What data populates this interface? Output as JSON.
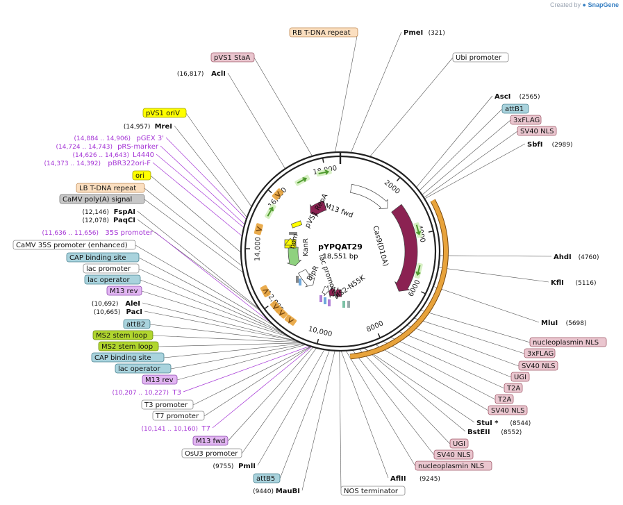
{
  "credit": {
    "prefix": "Created by",
    "brand": "SnapGene"
  },
  "plasmid": {
    "name": "pYPQAT29",
    "size": "18,551 bp"
  },
  "colors": {
    "feature_orange": "#e8a33b",
    "feature_green": "#8fd17f",
    "feature_maroon": "#8b2252",
    "feature_white": "#ffffff",
    "primer_green": "#4f9a2f",
    "site_purple": "#a535d6",
    "label_pink": "#eac6cf",
    "label_blue": "#a9d3dd",
    "label_lime": "#b1d62e",
    "label_peach": "#fbdfc0",
    "label_yellow": "#ffff00",
    "label_gray": "#c7c7c7"
  },
  "ring_ticks": [
    {
      "label": "2000",
      "pos": 2000
    },
    {
      "label": "4000",
      "pos": 4000
    },
    {
      "label": "6000",
      "pos": 6000
    },
    {
      "label": "8000",
      "pos": 8000
    },
    {
      "label": "10,000",
      "pos": 10000
    },
    {
      "label": "12,000",
      "pos": 12000
    },
    {
      "label": "14,000",
      "pos": 14000
    },
    {
      "label": "16,000",
      "pos": 16000
    },
    {
      "label": "18,000",
      "pos": 18000
    }
  ],
  "inner_labels": [
    {
      "text": "M13 fwd"
    },
    {
      "text": "pVS1 RepA"
    },
    {
      "text": "Cas9(D10A)"
    },
    {
      "text": "bom"
    },
    {
      "text": "KanR"
    },
    {
      "text": "lac promoter"
    },
    {
      "text": "BlpR"
    },
    {
      "text": "MS2-N55K"
    }
  ],
  "right_labels": [
    {
      "text": "PmeI",
      "num": "(321)",
      "style": "enzyme"
    },
    {
      "text": "Ubi promoter",
      "style": "white"
    },
    {
      "text": "AscI",
      "num": "(2565)",
      "style": "enzyme"
    },
    {
      "text": "attB1",
      "style": "blue"
    },
    {
      "text": "3xFLAG",
      "style": "pink"
    },
    {
      "text": "SV40 NLS",
      "style": "pink"
    },
    {
      "text": "SbfI",
      "num": "(2989)",
      "style": "enzyme"
    },
    {
      "text": "AhdI",
      "num": "(4760)",
      "style": "enzyme"
    },
    {
      "text": "KflI",
      "num": "(5116)",
      "style": "enzyme"
    },
    {
      "text": "MluI",
      "num": "(5698)",
      "style": "enzyme"
    },
    {
      "text": "nucleoplasmin NLS",
      "style": "pink"
    },
    {
      "text": "3xFLAG",
      "style": "pink"
    },
    {
      "text": "SV40 NLS",
      "style": "pink"
    },
    {
      "text": "UGI",
      "style": "pink"
    },
    {
      "text": "T2A",
      "style": "pink"
    },
    {
      "text": "T2A",
      "style": "pink"
    },
    {
      "text": "SV40 NLS",
      "style": "pink"
    },
    {
      "text": "StuI *",
      "num": "(8544)",
      "style": "enzyme"
    },
    {
      "text": "BstEII",
      "num": "(8552)",
      "style": "enzyme"
    },
    {
      "text": "UGI",
      "style": "pink"
    },
    {
      "text": "SV40 NLS",
      "style": "pink"
    },
    {
      "text": "nucleoplasmin NLS",
      "style": "pink"
    },
    {
      "text": "AflII",
      "num": "(9245)",
      "style": "enzyme"
    },
    {
      "text": "NOS terminator",
      "style": "white"
    }
  ],
  "left_labels": [
    {
      "text": "RB T-DNA repeat",
      "style": "peach"
    },
    {
      "text": "pVS1 StaA",
      "style": "pink"
    },
    {
      "text": "AclI",
      "num": "(16,817)",
      "style": "enzyme"
    },
    {
      "text": "pVS1 oriV",
      "style": "yellow"
    },
    {
      "text": "MreI",
      "num": "(14,957)",
      "style": "enzyme"
    },
    {
      "text": "pGEX 3'",
      "num": "(14,884 .. 14,906)",
      "style": "site"
    },
    {
      "text": "pRS-marker",
      "num": "(14,724 .. 14,743)",
      "style": "site"
    },
    {
      "text": "L4440",
      "num": "(14,626 .. 14,643)",
      "style": "site"
    },
    {
      "text": "pBR322ori-F",
      "num": "(14,373 .. 14,392)",
      "style": "site"
    },
    {
      "text": "ori",
      "style": "yellow"
    },
    {
      "text": "LB T-DNA repeat",
      "style": "peach"
    },
    {
      "text": "CaMV poly(A) signal",
      "style": "gray"
    },
    {
      "text": "FspAI",
      "num": "(12,146)",
      "style": "enzyme"
    },
    {
      "text": "PaqCI",
      "num": "(12,078)",
      "style": "enzyme"
    },
    {
      "text": "35S promoter",
      "num": "(11,636 .. 11,656)",
      "style": "site"
    },
    {
      "text": "CaMV 35S promoter (enhanced)",
      "style": "white"
    },
    {
      "text": "CAP binding site",
      "style": "blue"
    },
    {
      "text": "lac promoter",
      "style": "white"
    },
    {
      "text": "lac operator",
      "style": "blue"
    },
    {
      "text": "M13 rev",
      "style": "purple"
    },
    {
      "text": "AleI",
      "num": "(10,692)",
      "style": "enzyme"
    },
    {
      "text": "PacI",
      "num": "(10,665)",
      "style": "enzyme"
    },
    {
      "text": "attB2",
      "style": "blue"
    },
    {
      "text": "MS2 stem loop",
      "style": "lime"
    },
    {
      "text": "MS2 stem loop",
      "style": "lime"
    },
    {
      "text": "CAP binding site",
      "style": "blue"
    },
    {
      "text": "lac operator",
      "style": "blue"
    },
    {
      "text": "M13 rev",
      "style": "purple"
    },
    {
      "text": "T3",
      "num": "(10,207 .. 10,227)",
      "style": "site"
    },
    {
      "text": "T3 promoter",
      "style": "white"
    },
    {
      "text": "T7 promoter",
      "style": "white"
    },
    {
      "text": "T7",
      "num": "(10,141 .. 10,160)",
      "style": "site"
    },
    {
      "text": "M13 fwd",
      "style": "purple"
    },
    {
      "text": "OsU3 promoter",
      "style": "white"
    },
    {
      "text": "PmlI",
      "num": "(9755)",
      "style": "enzyme"
    },
    {
      "text": "attB5",
      "style": "blue"
    },
    {
      "text": "MauBI",
      "num": "(9440)",
      "style": "enzyme"
    }
  ]
}
